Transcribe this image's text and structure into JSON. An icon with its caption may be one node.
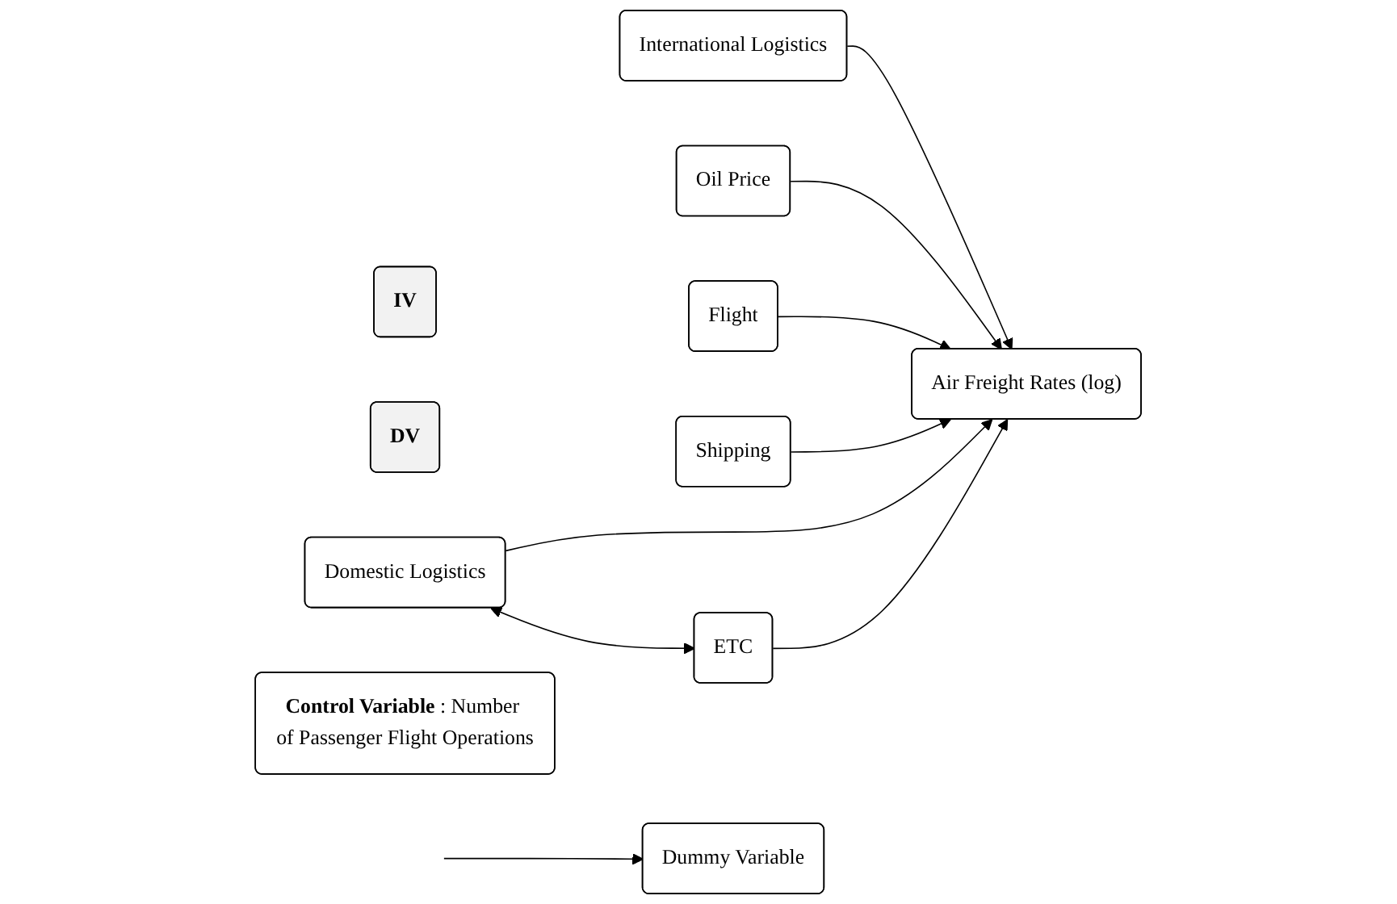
{
  "diagram": {
    "nodes": [
      {
        "text": [
          "IV"
        ]
      },
      {
        "text": [
          "DV"
        ]
      },
      {
        "text": [
          "Domestic Logistics"
        ]
      },
      {
        "text": [
          "International Logistics"
        ]
      },
      {
        "text": [
          "Oil Price"
        ]
      },
      {
        "text": [
          "Flight"
        ]
      },
      {
        "text": [
          "Shipping"
        ]
      },
      {
        "text": [
          "ETC"
        ]
      },
      {
        "text": [
          "Dummy Variable"
        ]
      },
      {
        "text": [
          "Air Freight Rates (log)"
        ]
      },
      {
        "text": [
          "**Control Variable** : Number of Passenger Flight Operations"
        ]
      }
    ],
    "edges": [
      {
        "from": 2,
        "to": 9,
        "arrow": "to"
      },
      {
        "from": 3,
        "to": 9,
        "arrow": "to"
      },
      {
        "from": 4,
        "to": 9,
        "arrow": "to"
      },
      {
        "from": 5,
        "to": 9,
        "arrow": "to"
      },
      {
        "from": 6,
        "to": 9,
        "arrow": "to"
      },
      {
        "from": 7,
        "to": 9,
        "arrow": "to"
      },
      {
        "from": 2,
        "to": 7,
        "arrow": "both"
      },
      {
        "from": null,
        "to": 8,
        "arrow": "to"
      }
    ]
  }
}
